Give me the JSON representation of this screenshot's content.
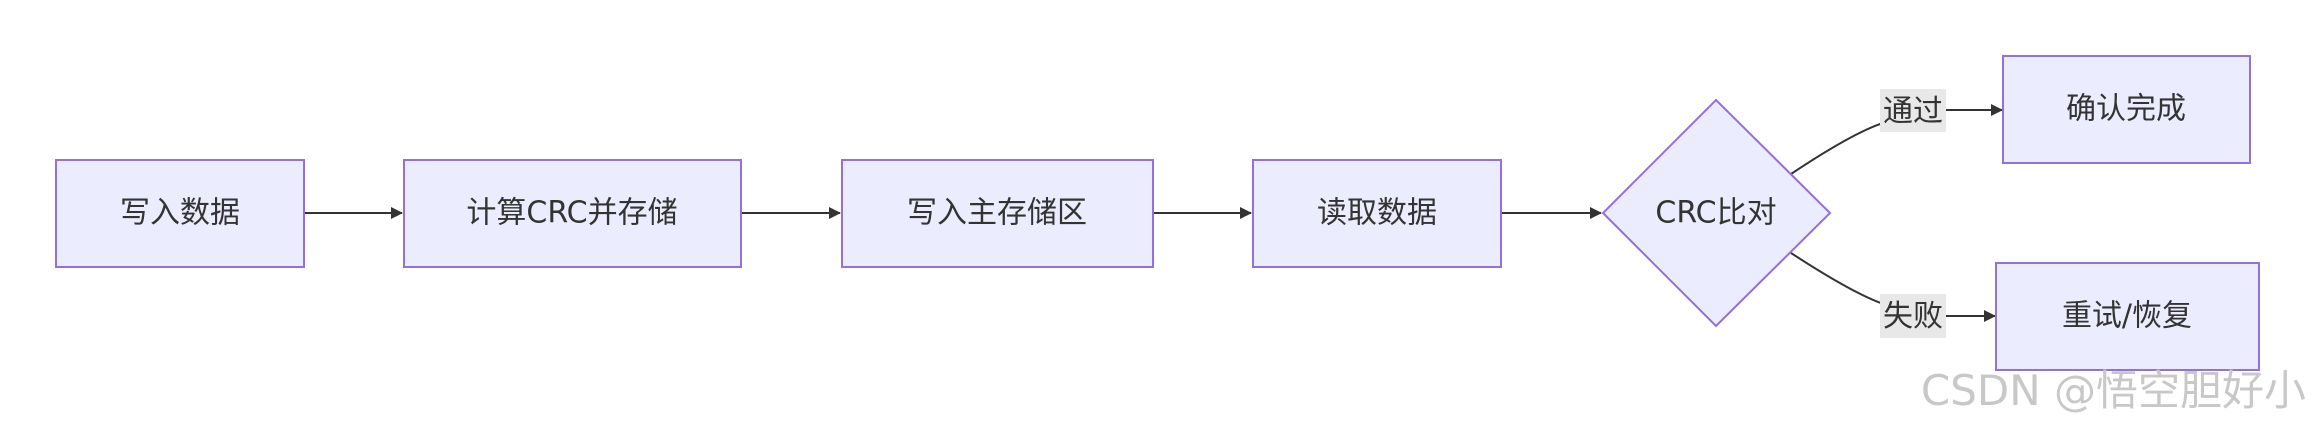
{
  "diagram": {
    "nodes": {
      "write_data": "写入数据",
      "calc_crc": "计算CRC并存储",
      "write_main": "写入主存储区",
      "read_data": "读取数据",
      "crc_compare": "CRC比对",
      "confirm_done": "确认完成",
      "retry_recover": "重试/恢复"
    },
    "edge_labels": {
      "pass": "通过",
      "fail": "失败"
    },
    "colors": {
      "node_fill": "#ECECFF",
      "node_stroke": "#9370DB",
      "edge": "#333333",
      "edge_label_bg": "#E8E8E8"
    }
  },
  "watermark": "CSDN @悟空胆好小"
}
